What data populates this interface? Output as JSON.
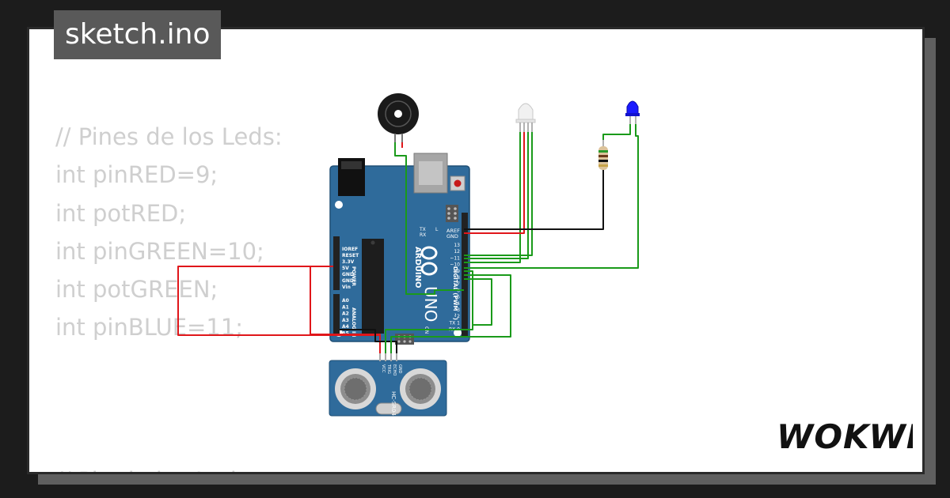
{
  "sketch": {
    "filename": "sketch.ino"
  },
  "code_lines": [
    "// Pines de los Leds:",
    "int pinRED=9;",
    "int potRED;",
    "int pinGREEN=10;",
    "int potGREEN;",
    "int pinBLUE=11;",
    "",
    "",
    "",
    "// Pin de los Leds:"
  ],
  "board": {
    "brand": "ARDUINO",
    "model": "UNO",
    "tx_label": "TX",
    "rx_label": "RX",
    "l_label": "L",
    "on_label": "ON",
    "aref_label": "AREF",
    "gnd_label": "GND",
    "digital_label": "DIGITAL (PWM ~)",
    "power_label": "POWER",
    "analog_label": "ANALOG IN",
    "power_pins": [
      "IOREF",
      "RESET",
      "3.3V",
      "5V",
      "GND",
      "GND",
      "Vin"
    ],
    "analog_pins": [
      "A0",
      "A1",
      "A2",
      "A3",
      "A4",
      "A5"
    ],
    "digital_pins": [
      "13",
      "12",
      "~11",
      "~10",
      "~9",
      "8",
      "7",
      "~6",
      "~5",
      "4",
      "~3",
      "2",
      "TX 1",
      "RX 0"
    ]
  },
  "sensor": {
    "model": "HC-SR04",
    "pins": [
      "VCC",
      "TRIG",
      "ECHO",
      "GND"
    ]
  },
  "brand_logo": "WOKWI",
  "colors": {
    "board": "#2f6b9b",
    "wire_red": "#e0161a",
    "wire_green": "#1a9a1a",
    "wire_black": "#111111",
    "led_blue": "#1a1aff",
    "sensor": "#2f6b9b"
  }
}
